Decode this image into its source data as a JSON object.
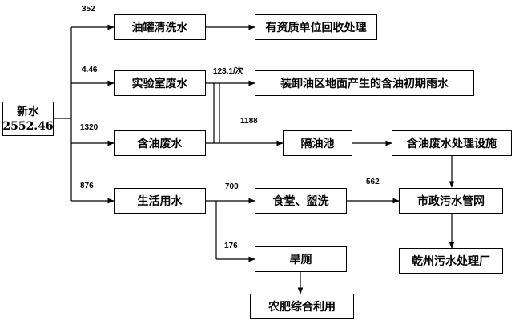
{
  "nodes": {
    "source": {
      "line1": "新水",
      "line2": "2552.46"
    },
    "tank_cleaning": "油罐清洗水",
    "qualified_recycle": "有资质单位回收处理",
    "lab_wastewater": "实验室废水",
    "initial_rainwater": "装卸油区地面产生的含油初期雨水",
    "oily_wastewater": "含油废水",
    "oil_separator": "隔油池",
    "oily_treatment": "含油废水处理设施",
    "domestic_water": "生活用水",
    "canteen_washing": "食堂、盥洗",
    "municipal_sewer": "市政污水管网",
    "dry_toilet": "旱厕",
    "qianzhou_plant": "乾州污水处理厂",
    "fertilizer_use": "农肥综合利用"
  },
  "flows": {
    "tank_cleaning": "352",
    "lab": "4.46",
    "oily": "1320",
    "domestic": "876",
    "rainwater": "123.1/次",
    "separator": "1188",
    "canteen": "700",
    "municipal": "562",
    "toilet": "176"
  }
}
